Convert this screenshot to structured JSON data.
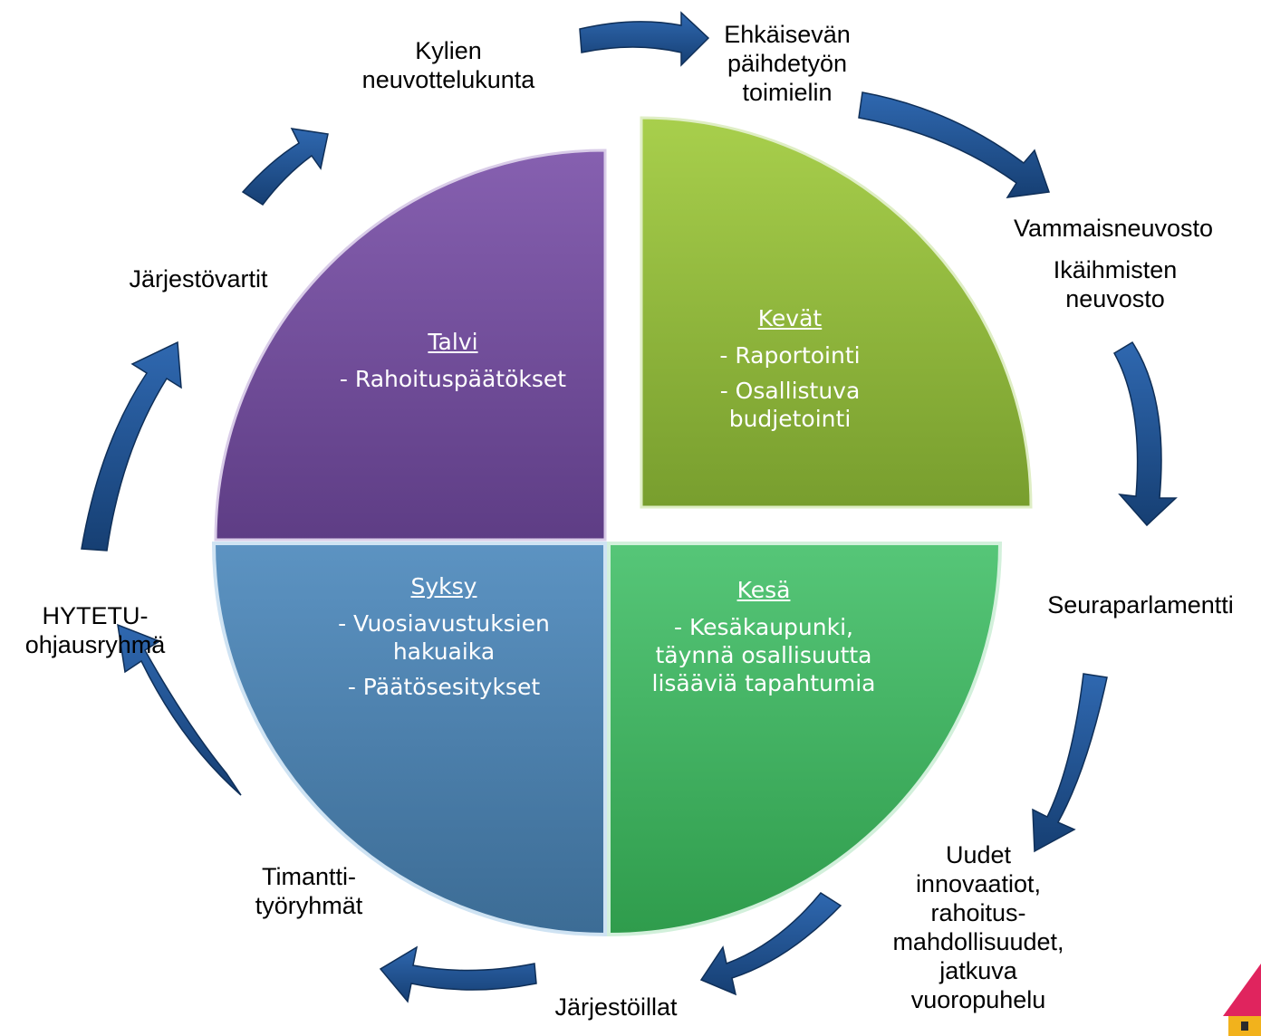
{
  "colors": {
    "arrow": "#1f4f8f",
    "spring": "#94bf3e",
    "summer": "#4bbd6a",
    "autumn": "#4d86b5",
    "winter": "#7a55a3"
  },
  "quadrants": {
    "spring": {
      "title": "Kevät",
      "items": [
        "- Raportointi",
        "- Osallistuva budjetointi"
      ]
    },
    "summer": {
      "title": "Kesä",
      "items": [
        "- Kesäkaupunki, täynnä osallisuutta lisääviä tapahtumia"
      ]
    },
    "autumn": {
      "title": "Syksy",
      "items": [
        "- Vuosiavustuksien hakuaika",
        "- Päätösesitykset"
      ]
    },
    "winter": {
      "title": "Talvi",
      "items": [
        "- Rahoituspäätökset"
      ]
    }
  },
  "cycle": {
    "kylien": [
      "Kylien",
      "neuvottelukunta"
    ],
    "ehkaisevan": [
      "Ehkäisevän",
      "päihdetyön",
      "toimielin"
    ],
    "vammais": [
      "Vammaisneuvosto"
    ],
    "ikaihmisten": [
      "Ikäihmisten",
      "neuvosto"
    ],
    "seura": [
      "Seuraparlamentti"
    ],
    "uudet": [
      "Uudet",
      "innovaatiot,",
      "rahoitus-",
      "mahdollisuudet,",
      "jatkuva",
      "vuoropuhelu"
    ],
    "jarjestoillat": [
      "Järjestöillat"
    ],
    "timantti": [
      "Timantti-",
      "työryhmät"
    ],
    "hytetu": [
      "HYTETU-",
      "ohjausryhmä"
    ],
    "jarjestovartit": [
      "Järjestövartit"
    ]
  }
}
